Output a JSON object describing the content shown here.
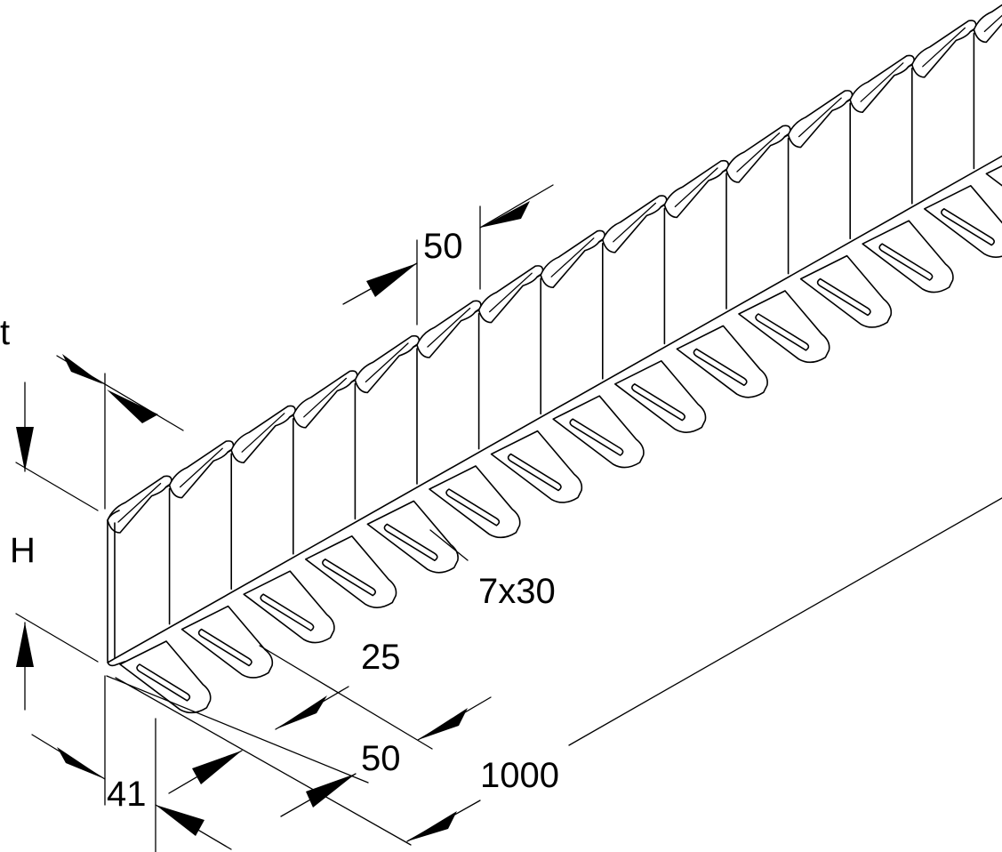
{
  "labels": {
    "thickness": "t",
    "height": "H",
    "pitch_top": "50",
    "slot": "7x30",
    "foot_offset": "25",
    "pitch_bottom": "50",
    "width": "41",
    "length": "1000"
  },
  "colors": {
    "ink": "#000000",
    "paper": "#ffffff"
  }
}
